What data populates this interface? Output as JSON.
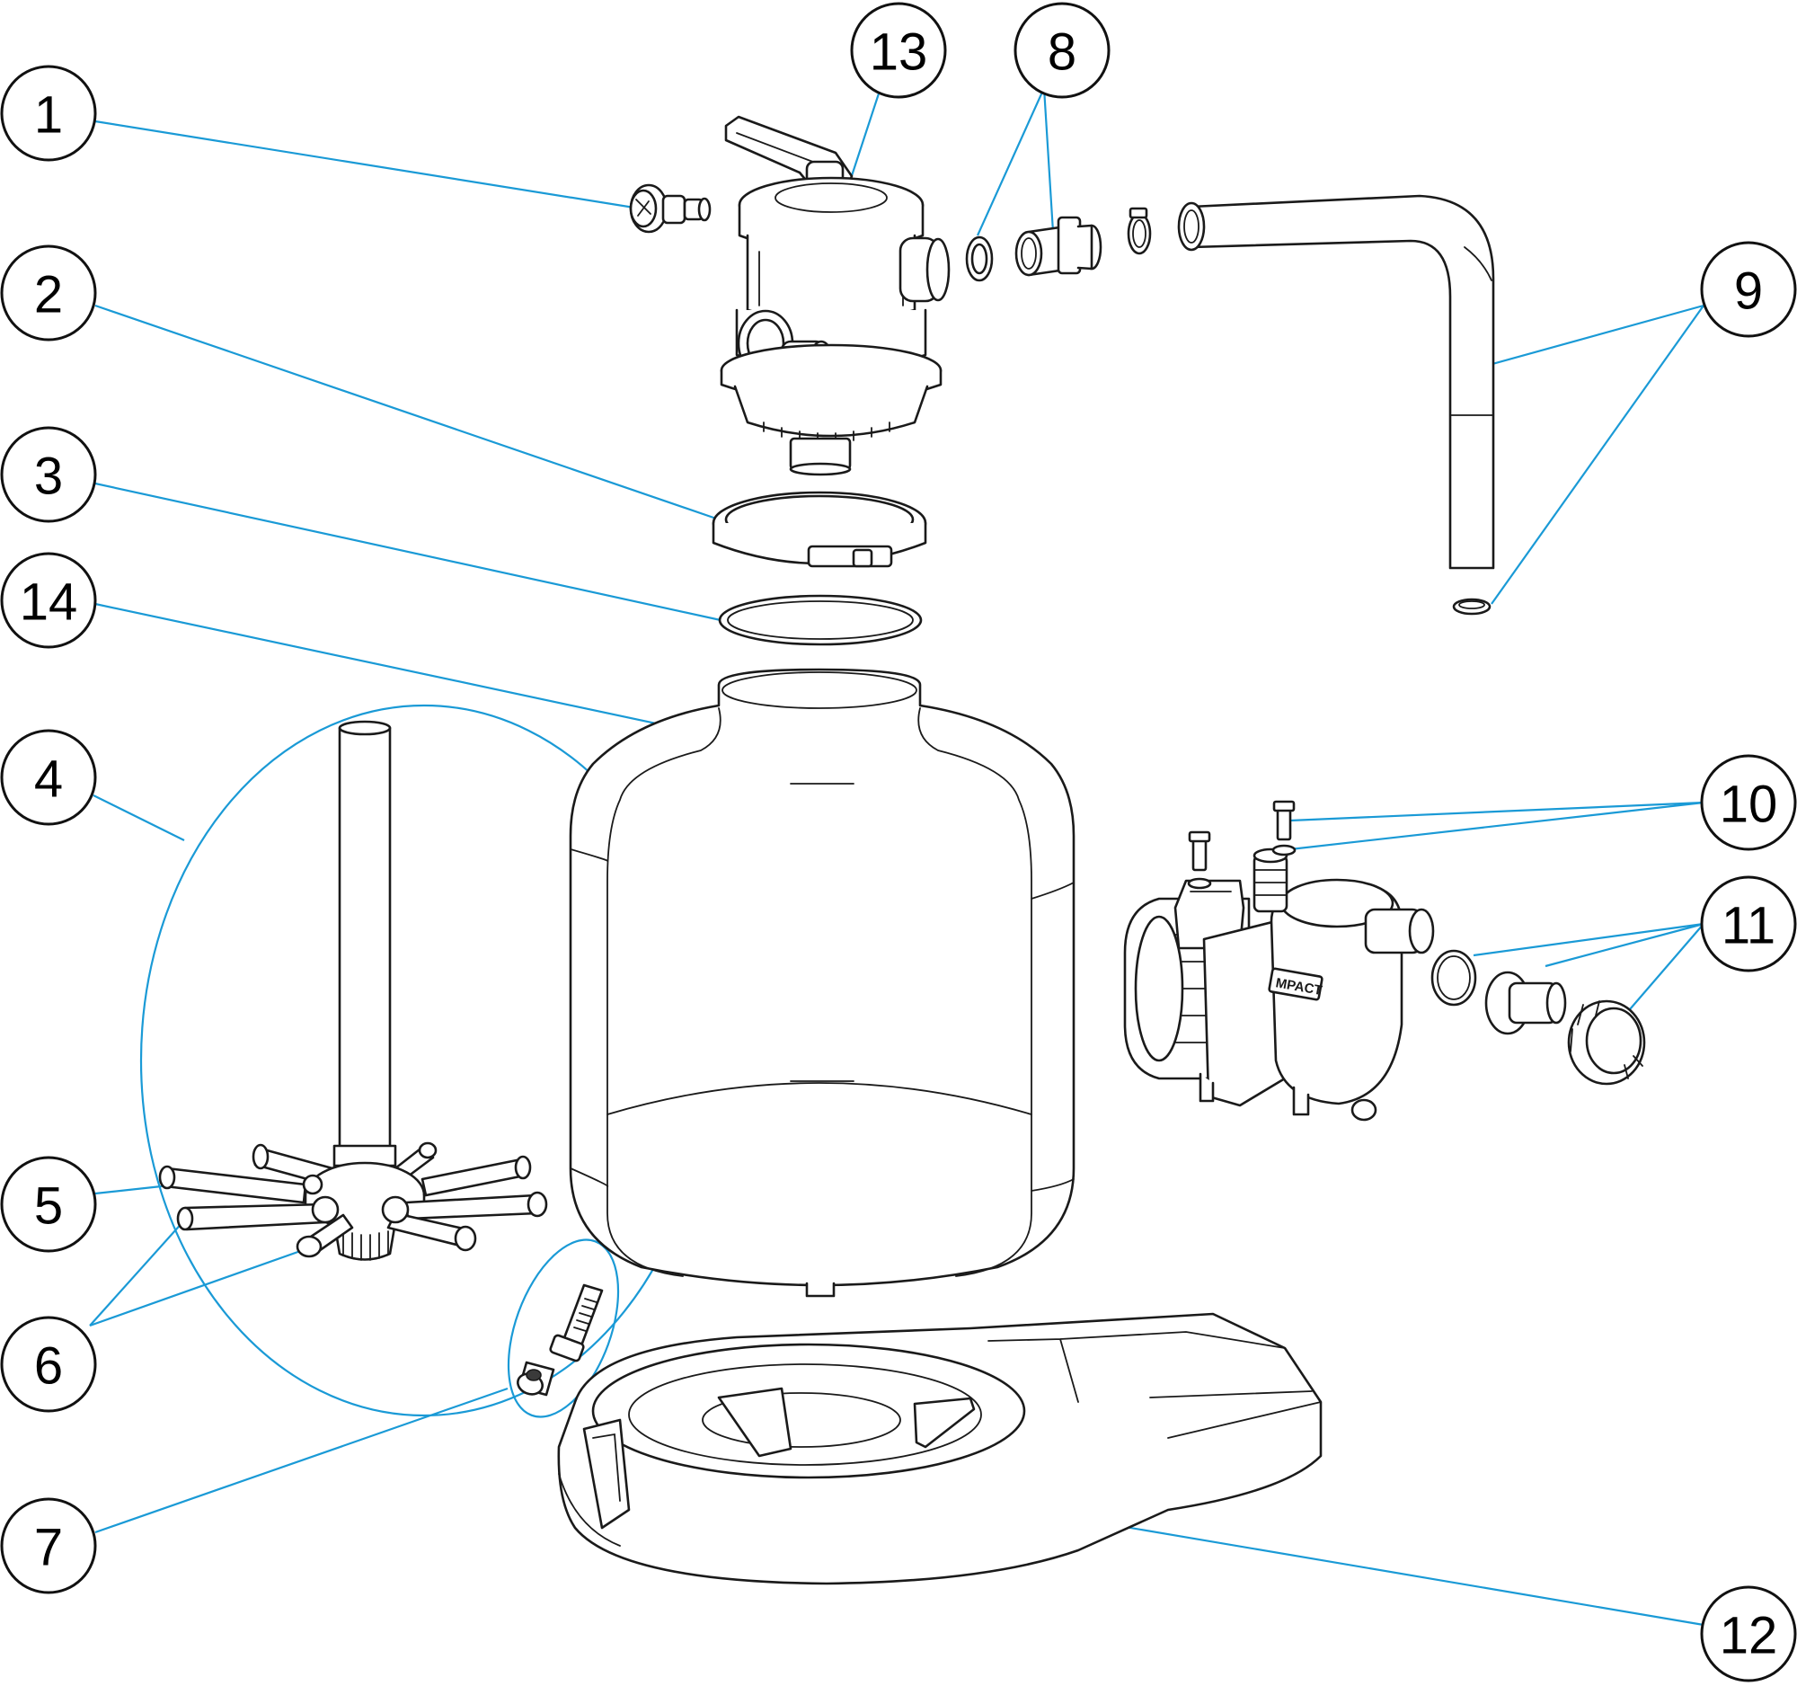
{
  "diagram": {
    "callouts": [
      {
        "id": "1",
        "label": "1"
      },
      {
        "id": "2",
        "label": "2"
      },
      {
        "id": "3",
        "label": "3"
      },
      {
        "id": "4",
        "label": "4"
      },
      {
        "id": "5",
        "label": "5"
      },
      {
        "id": "6",
        "label": "6"
      },
      {
        "id": "7",
        "label": "7"
      },
      {
        "id": "8",
        "label": "8"
      },
      {
        "id": "9",
        "label": "9"
      },
      {
        "id": "10",
        "label": "10"
      },
      {
        "id": "11",
        "label": "11"
      },
      {
        "id": "12",
        "label": "12"
      },
      {
        "id": "13",
        "label": "13"
      },
      {
        "id": "14",
        "label": "14"
      }
    ],
    "pump_brand": "MPACT",
    "leader_color": "#1a9ad6",
    "line_color": "#1a1a1a"
  }
}
